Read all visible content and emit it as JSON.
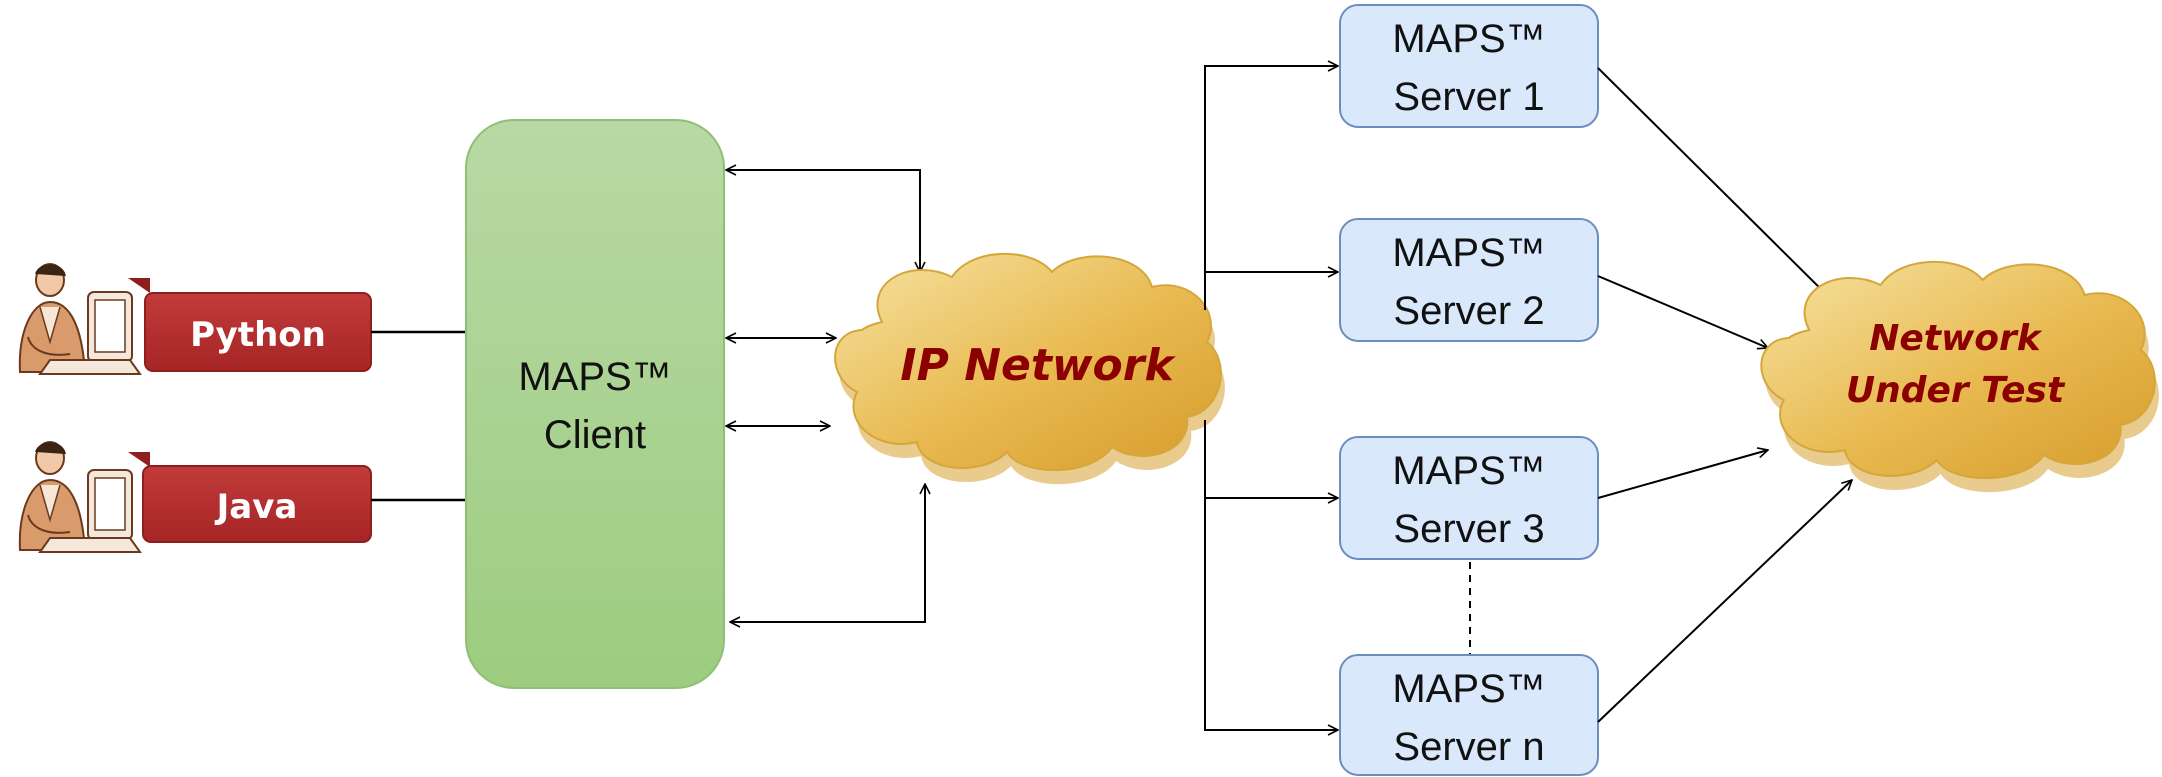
{
  "languages": {
    "python": "Python",
    "java": "Java"
  },
  "client": {
    "line1": "MAPS™",
    "line2": "Client"
  },
  "ip_network": {
    "label": "IP Network"
  },
  "servers": [
    {
      "line1": "MAPS™",
      "line2": "Server 1"
    },
    {
      "line1": "MAPS™",
      "line2": "Server 2"
    },
    {
      "line1": "MAPS™",
      "line2": "Server 3"
    },
    {
      "line1": "MAPS™",
      "line2": "Server n"
    }
  ],
  "network_under_test": {
    "line1": "Network",
    "line2": "Under Test"
  },
  "colors": {
    "client_fill": "#a9d18e",
    "client_stroke": "#82b366",
    "server_fill": "#dae8fc",
    "server_stroke": "#6c8ebf",
    "lang_fill": "#b42e2e",
    "lang_text": "#ffffff",
    "cloud_fill": "#e8b84c",
    "cloud_text": "#8b0000",
    "line": "#000000"
  }
}
